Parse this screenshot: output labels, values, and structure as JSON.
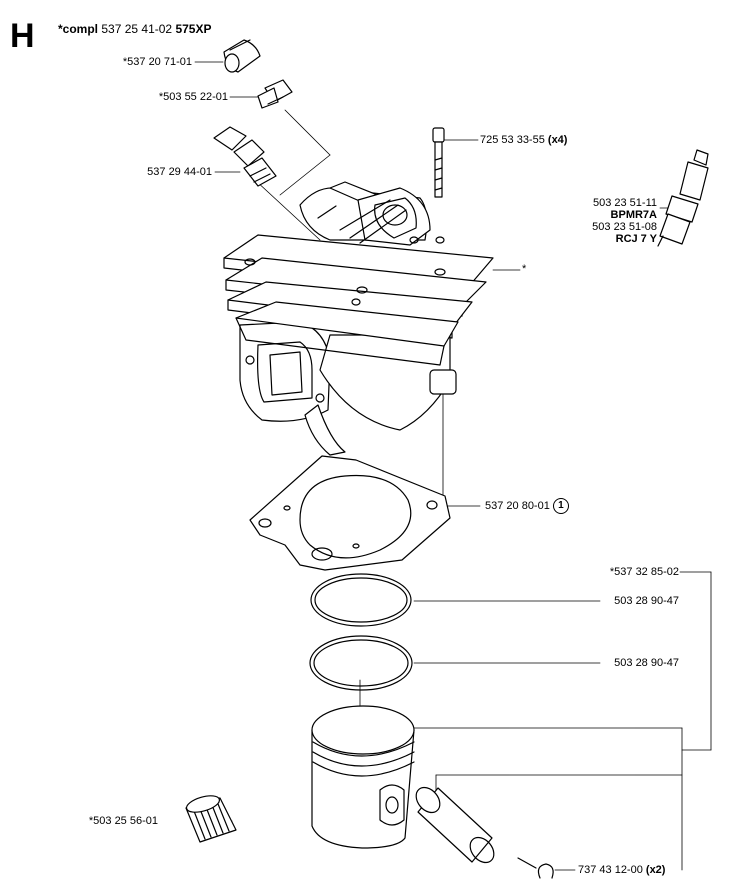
{
  "section": "H",
  "assembly": {
    "prefix": "*compl",
    "number": "537 25 41-02",
    "model": "575XP"
  },
  "parts": {
    "cap": "*537 20 71-01",
    "valve": "*503 55 22-01",
    "decomp": "537 29 44-01",
    "screw": {
      "number": "725 53 33-55",
      "qty": "(x4)"
    },
    "spark_plug": {
      "n1": "503 23 51-11",
      "t1": "BPMR7A",
      "n2": "503 23 51-08",
      "t2": "RCJ 7 Y"
    },
    "cylinder_star": "*",
    "gasket": {
      "number": "537 20 80-01",
      "ref": "1"
    },
    "piston_kit": "*537 32 85-02",
    "ring1": "503 28 90-47",
    "ring2": "503 28 90-47",
    "bearing": "*503 25 56-01",
    "circlip": {
      "number": "737 43 12-00",
      "qty": "(x2)"
    }
  }
}
